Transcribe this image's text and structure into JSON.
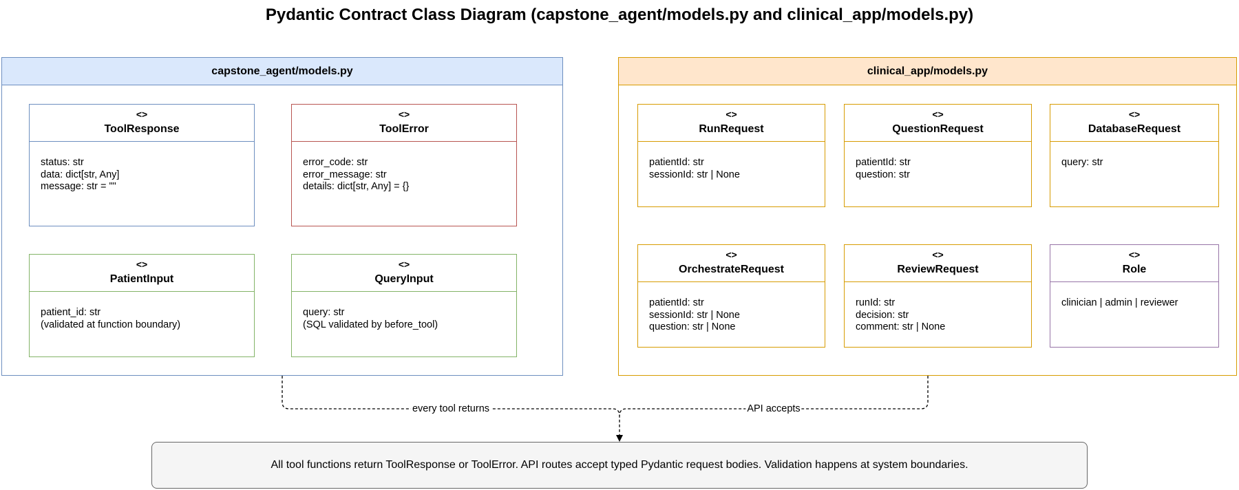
{
  "title": "Pydantic Contract Class Diagram (capstone_agent/models.py and clinical_app/models.py)",
  "packages": {
    "capstone": {
      "name": "capstone_agent/models.py",
      "color": "#6c8ebf",
      "fill": "#dae8fc",
      "classes": [
        {
          "stereotype": "<>",
          "name": "ToolResponse",
          "attributes": [
            "status: str",
            "data: dict[str, Any]",
            "message: str = \"\""
          ]
        },
        {
          "stereotype": "<>",
          "name": "ToolError",
          "attributes": [
            "error_code: str",
            "error_message: str",
            "details: dict[str, Any] = {}"
          ]
        },
        {
          "stereotype": "<>",
          "name": "PatientInput",
          "attributes": [
            "patient_id: str",
            "(validated at function boundary)"
          ]
        },
        {
          "stereotype": "<>",
          "name": "QueryInput",
          "attributes": [
            "query: str",
            "(SQL validated by before_tool)"
          ]
        }
      ]
    },
    "clinical": {
      "name": "clinical_app/models.py",
      "color": "#d79b00",
      "fill": "#ffe6cc",
      "classes": [
        {
          "stereotype": "<>",
          "name": "RunRequest",
          "attributes": [
            "patientId: str",
            "sessionId: str | None"
          ]
        },
        {
          "stereotype": "<>",
          "name": "QuestionRequest",
          "attributes": [
            "patientId: str",
            "question: str"
          ]
        },
        {
          "stereotype": "<>",
          "name": "DatabaseRequest",
          "attributes": [
            "query: str"
          ]
        },
        {
          "stereotype": "<>",
          "name": "OrchestrateRequest",
          "attributes": [
            "patientId: str",
            "sessionId: str | None",
            "question: str | None"
          ]
        },
        {
          "stereotype": "<>",
          "name": "ReviewRequest",
          "attributes": [
            "runId: str",
            "decision: str",
            "comment: str | None"
          ]
        },
        {
          "stereotype": "<>",
          "name": "Role",
          "attributes": [
            "clinician | admin | reviewer"
          ]
        }
      ]
    }
  },
  "edges": [
    {
      "label": "every tool returns",
      "from": "capstone_agent/models.py",
      "to": "note"
    },
    {
      "label": "API accepts",
      "from": "clinical_app/models.py",
      "to": "note"
    }
  ],
  "note": "All tool functions return ToolResponse or ToolError. API routes accept typed Pydantic request bodies. Validation happens at system boundaries."
}
